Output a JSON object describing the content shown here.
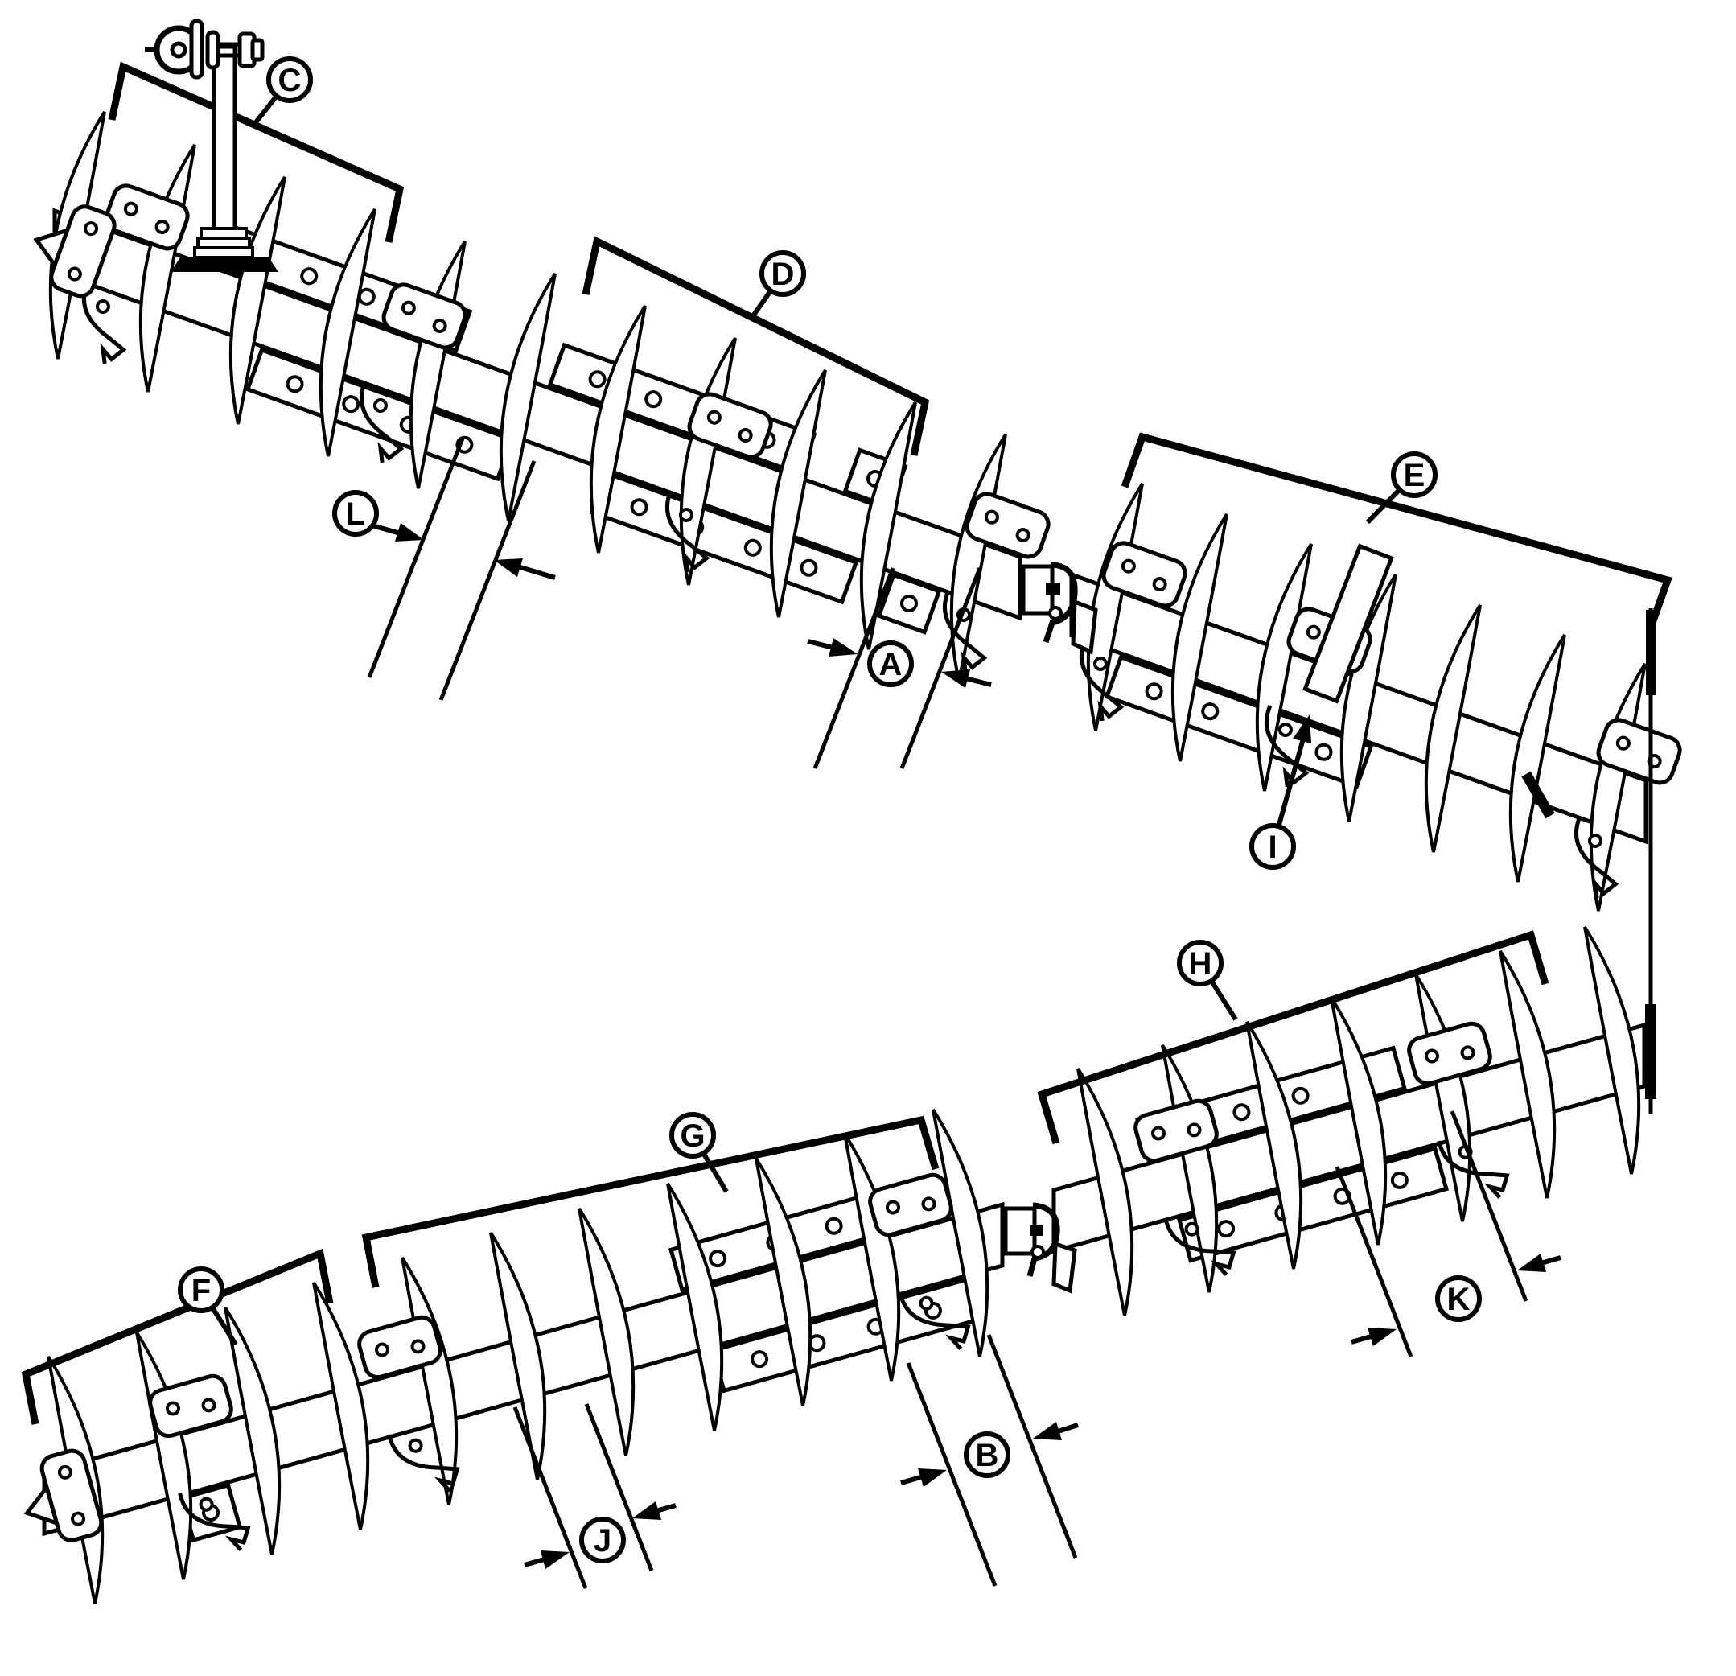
{
  "diagram": {
    "kind": "technical line illustration",
    "subject": "disc gang assemblies (front and rear gangs) with lettered callouts",
    "colors": {
      "line": "#000000",
      "background": "#ffffff"
    },
    "callouts": {
      "A": {
        "label": "A"
      },
      "B": {
        "label": "B"
      },
      "C": {
        "label": "C"
      },
      "D": {
        "label": "D"
      },
      "E": {
        "label": "E"
      },
      "F": {
        "label": "F"
      },
      "G": {
        "label": "G"
      },
      "H": {
        "label": "H"
      },
      "I": {
        "label": "I"
      },
      "J": {
        "label": "J"
      },
      "K": {
        "label": "K"
      },
      "L": {
        "label": "L"
      }
    }
  }
}
